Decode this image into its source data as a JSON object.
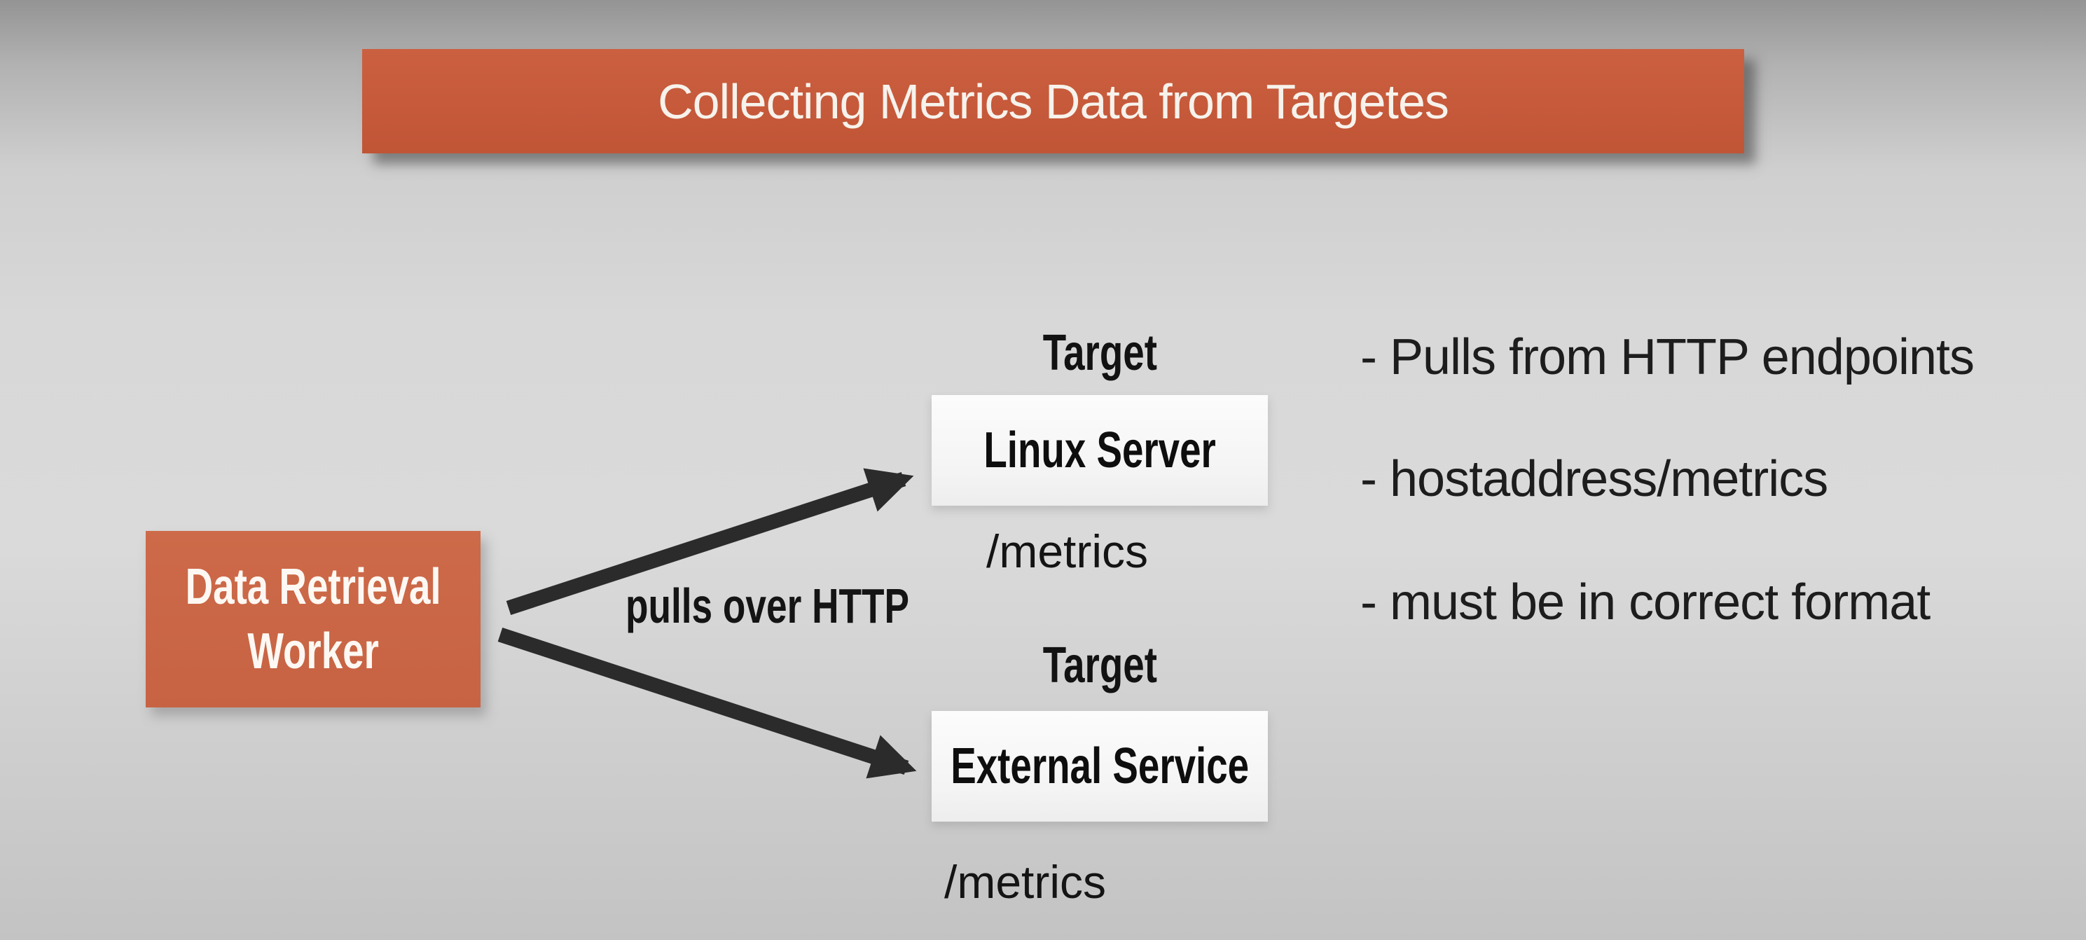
{
  "title": {
    "text": "Collecting Metrics Data from Targetes"
  },
  "worker": {
    "lines": [
      "Data Retrieval",
      "Worker"
    ]
  },
  "flow": {
    "arrow_label": "pulls over HTTP"
  },
  "targets": [
    {
      "caption": "Target",
      "name": "Linux Server",
      "endpoint": "/metrics"
    },
    {
      "caption": "Target",
      "name": "External Service",
      "endpoint": "/metrics"
    }
  ],
  "notes": [
    "- Pulls from HTTP endpoints",
    "- hostaddress/metrics",
    "- must be in correct format"
  ],
  "colors": {
    "banner_orange": "#c5593a",
    "worker_orange": "#ca6747",
    "target_box_white": "#f9f9f9",
    "arrow_dark": "#2b2b2b",
    "text_dark": "#1d1d1d",
    "title_text": "#f7f2ec",
    "background_gray": "#d6d6d6"
  }
}
